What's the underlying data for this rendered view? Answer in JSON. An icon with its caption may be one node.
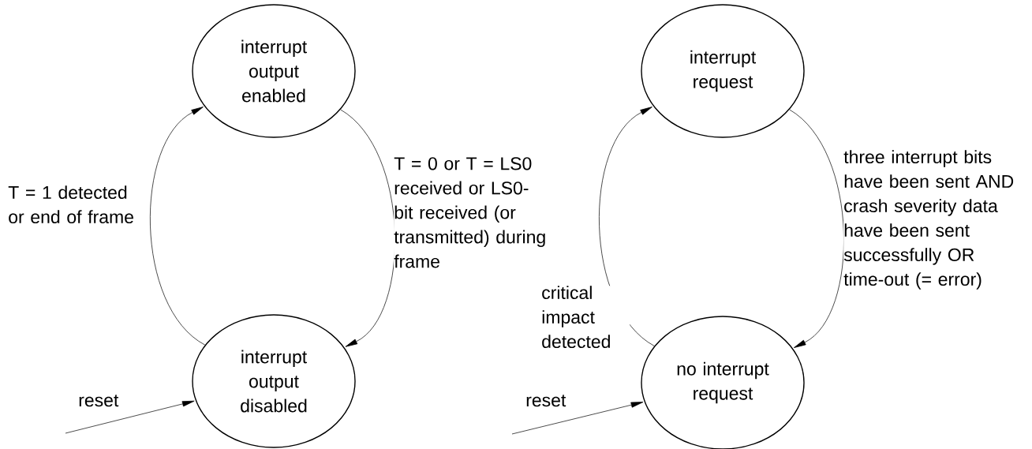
{
  "diagram": {
    "nodes": [
      {
        "text": [
          "interrupt output enabled"
        ]
      },
      {
        "text": [
          "interrupt output disabled"
        ]
      },
      {
        "text": [
          "interrupt request"
        ]
      },
      {
        "text": [
          "no interrupt request"
        ]
      }
    ],
    "edges": [
      {
        "from": 1,
        "to": 0,
        "arrow": "to",
        "label": "T = 1 detected or end of frame"
      },
      {
        "from": 0,
        "to": 1,
        "arrow": "to",
        "label": "T = 0 or T = LS0 received or LS0-bit received (or transmitted) during frame"
      },
      {
        "from": null,
        "to": 1,
        "arrow": "to",
        "label": "reset"
      },
      {
        "from": 3,
        "to": 2,
        "arrow": "to",
        "label": "critical impact detected"
      },
      {
        "from": 2,
        "to": 3,
        "arrow": "to",
        "label": "three interrupt bits have been sent AND crash severity data have been sent successfully OR time-out (= error)"
      },
      {
        "from": null,
        "to": 3,
        "arrow": "to",
        "label": "reset"
      }
    ]
  }
}
